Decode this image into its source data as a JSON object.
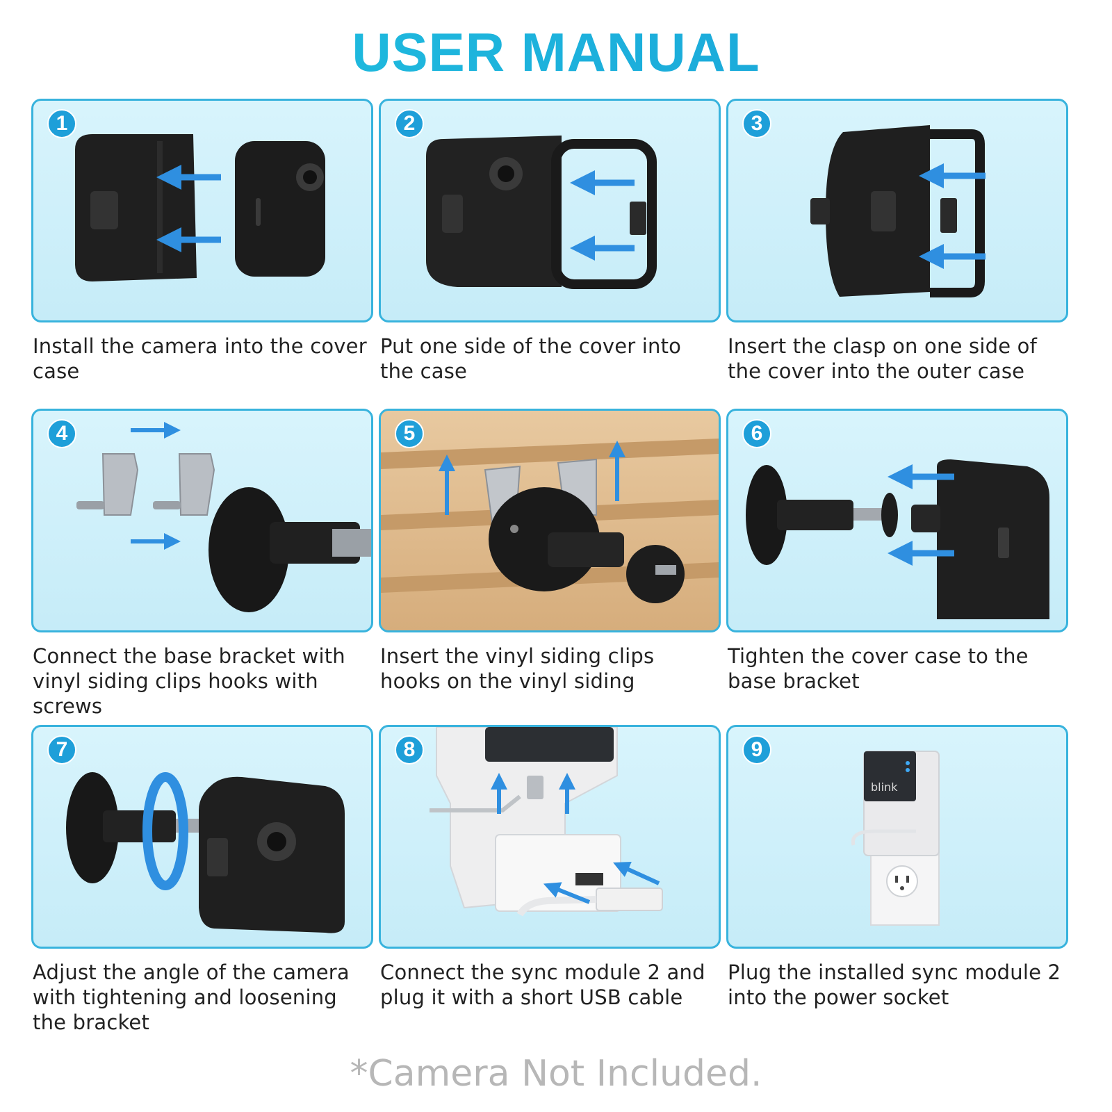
{
  "title": "USER MANUAL",
  "steps": [
    {
      "number": "1",
      "caption": "Install the camera into the cover case"
    },
    {
      "number": "2",
      "caption": "Put one side of the cover into the case"
    },
    {
      "number": "3",
      "caption": "Insert the clasp on one side of the cover into the outer case"
    },
    {
      "number": "4",
      "caption": "Connect the base bracket with vinyl siding clips hooks with screws"
    },
    {
      "number": "5",
      "caption": "Insert the vinyl siding clips hooks on the vinyl siding"
    },
    {
      "number": "6",
      "caption": "Tighten the cover case to the base bracket"
    },
    {
      "number": "7",
      "caption": "Adjust the angle of the camera with tightening and loosening the bracket"
    },
    {
      "number": "8",
      "caption": "Connect the sync module 2 and plug it with a short USB cable"
    },
    {
      "number": "9",
      "caption": "Plug the installed sync module 2 into the power socket"
    }
  ],
  "module_logo": "blink",
  "footnote": "*Camera Not Included.",
  "colors": {
    "accent": "#1e9fd9",
    "panel_border": "#38b3dd",
    "panel_bg": "#d2f2fb",
    "arrow": "#2f8fe0"
  }
}
